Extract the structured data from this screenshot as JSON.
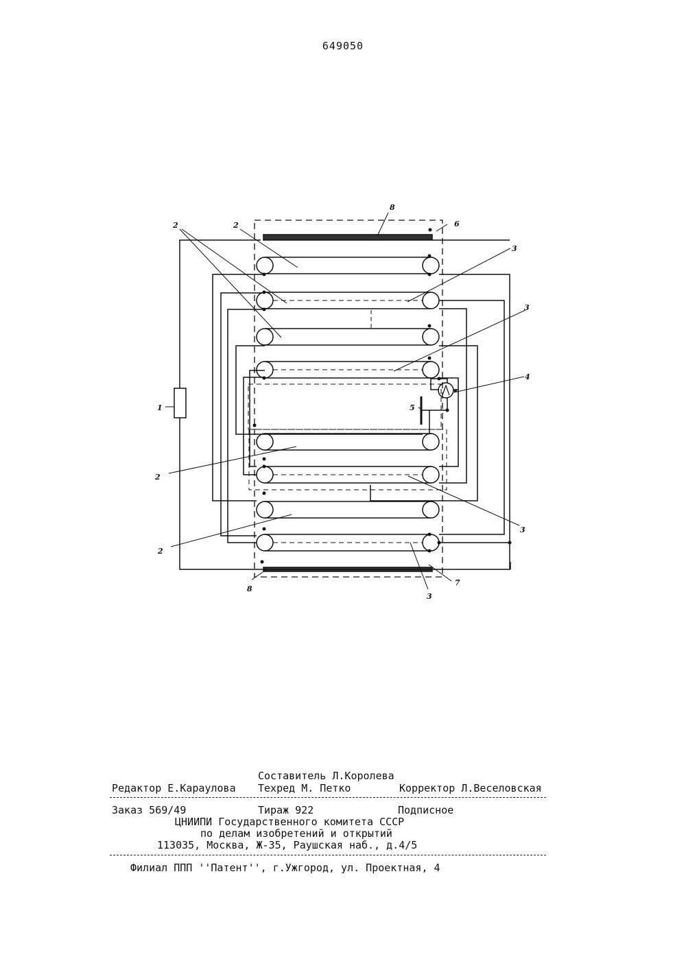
{
  "page_number": "649050",
  "diagram": {
    "labels": {
      "l1": "1",
      "l2a": "2",
      "l2b": "2",
      "l2c": "2",
      "l2d": "2",
      "l3a": "3",
      "l3b": "3",
      "l3c": "3",
      "l3d": "3",
      "l4": "4",
      "l5": "5",
      "l6": "6",
      "l7": "7",
      "l8a": "8",
      "l8b": "8"
    }
  },
  "imprint": {
    "compiler": "Составитель Л.Королева",
    "editor": "Редактор Е.Караулова",
    "techred": "Техред М. Петко",
    "corrector": "Корректор Л.Веселовская",
    "order": "Заказ 569/49",
    "circulation": "Тираж 922",
    "subscription": "Подписное",
    "org1": "ЦНИИПИ Государственного комитета СССР",
    "org2": "по делам изобретений и открытий",
    "address": "113035, Москва, Ж-35, Раушская наб., д.4/5",
    "branch": "Филиал ППП ''Патент'', г.Ужгород, ул. Проектная, 4"
  }
}
